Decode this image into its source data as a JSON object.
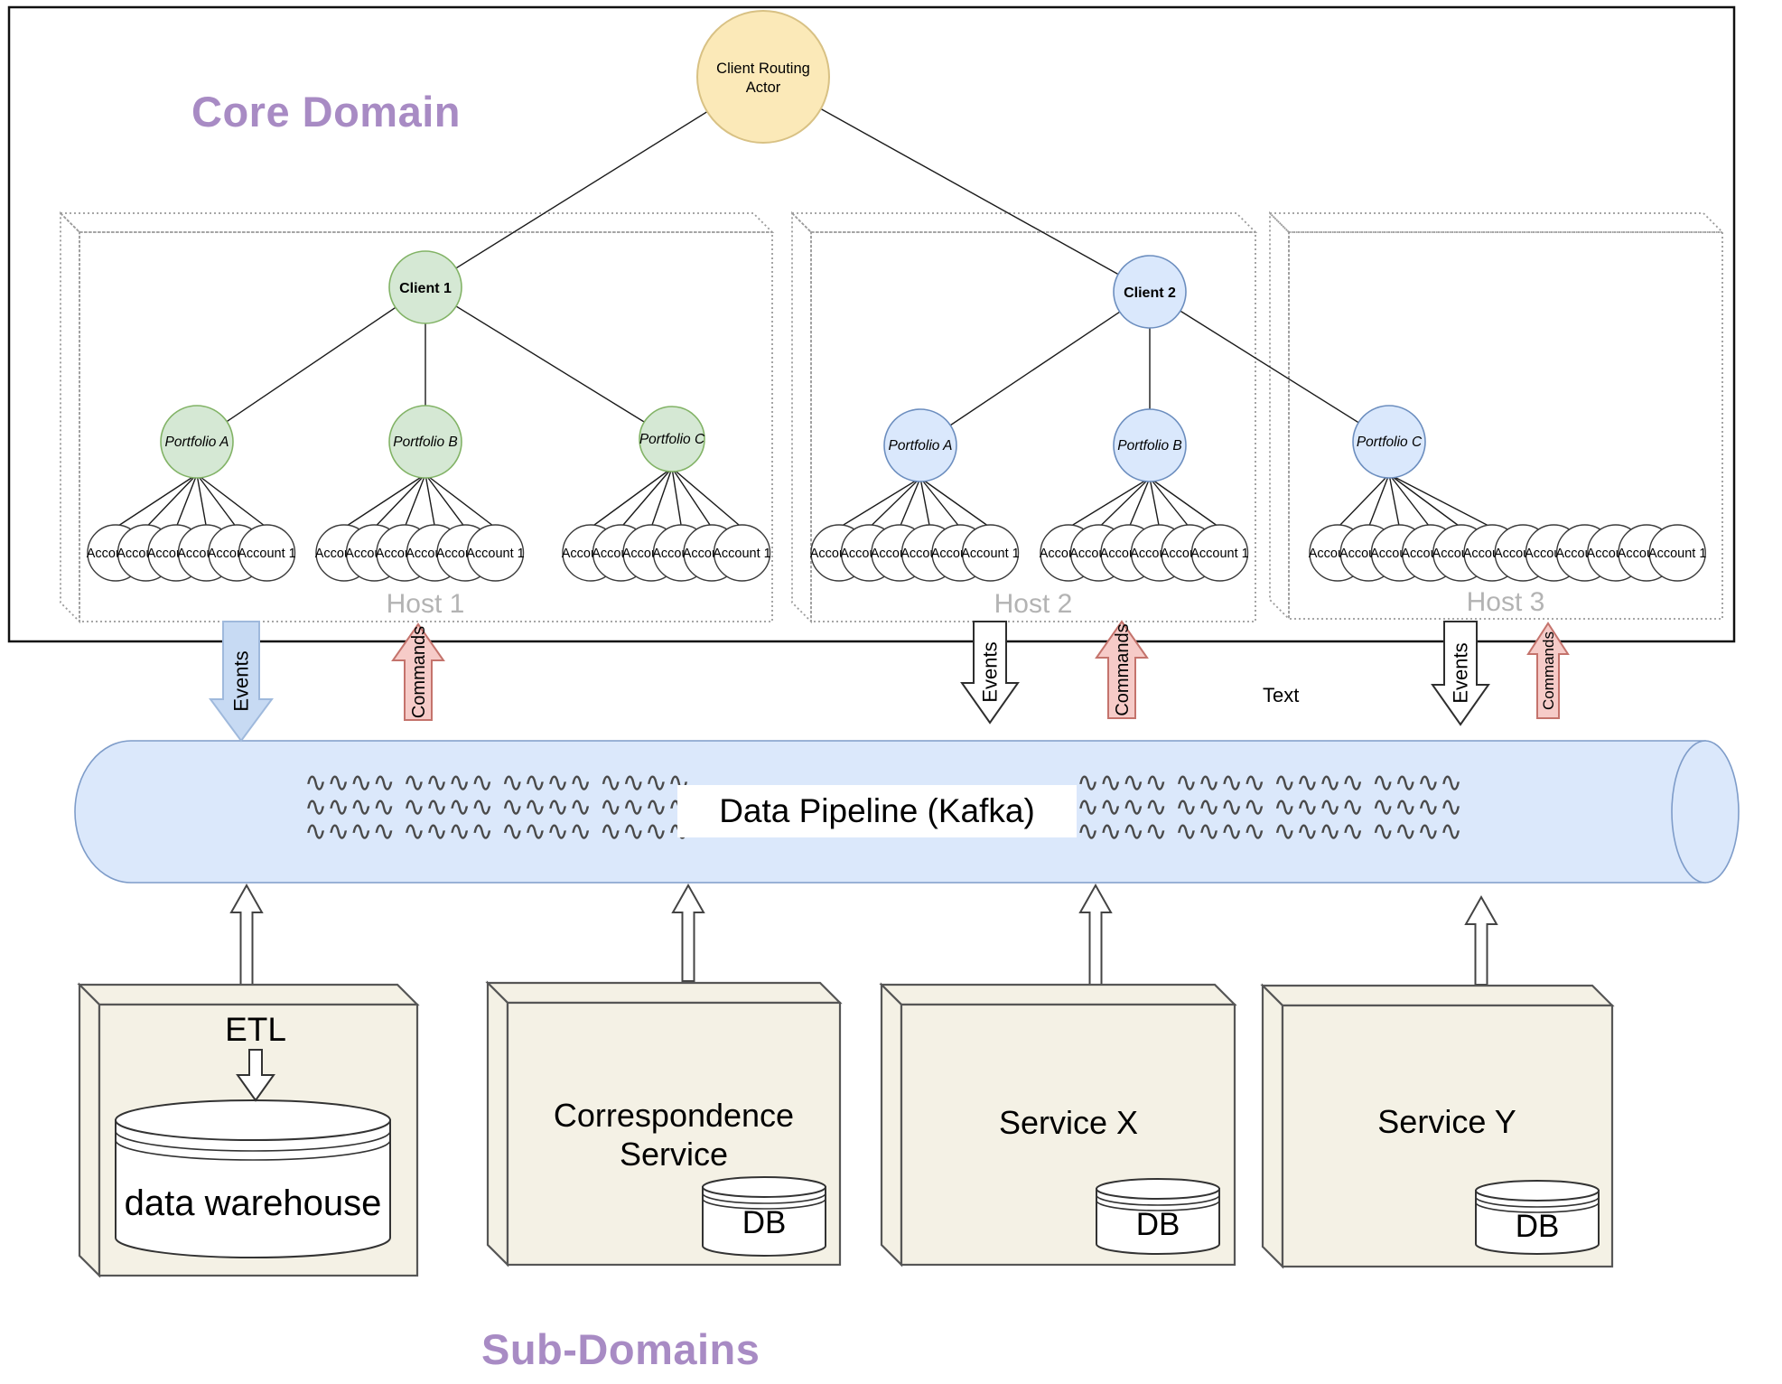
{
  "core_domain": {
    "title": "Core Domain",
    "title_color": "#A88BC4",
    "root_actor": {
      "label": "Client Routing Actor",
      "fill": "#FBE9B8",
      "stroke": "#D8C184"
    },
    "account_label": "Account 1",
    "hosts": [
      {
        "label": "Host 1",
        "client": "Client 1",
        "theme": {
          "fill": "#D5E8D4",
          "stroke": "#82B366"
        },
        "portfolios": [
          {
            "label": "Portfolio A",
            "accounts": 6
          },
          {
            "label": "Portfolio B",
            "accounts": 6
          },
          {
            "label": "Portfolio C",
            "accounts": 6
          }
        ]
      },
      {
        "label": "Host 2",
        "client": "Client 2",
        "theme": {
          "fill": "#DAE8FC",
          "stroke": "#6C8EBF"
        },
        "portfolios": [
          {
            "label": "Portfolio A",
            "accounts": 6
          },
          {
            "label": "Portfolio B",
            "accounts": 6
          }
        ]
      },
      {
        "label": "Host 3",
        "client": null,
        "theme": {
          "fill": "#DAE8FC",
          "stroke": "#6C8EBF"
        },
        "portfolios": [
          {
            "label": "Portfolio C",
            "accounts": 12
          }
        ]
      }
    ]
  },
  "flows": {
    "events_label": "Events",
    "commands_label": "Commands",
    "stray_text": "Text",
    "events_blue": {
      "fill": "#C7DAF3",
      "stroke": "#9FB9DC"
    },
    "events_white": {
      "fill": "#FFFFFF",
      "stroke": "#2E2E2E"
    },
    "commands_pink": {
      "fill": "#F6CBC8",
      "stroke": "#C4736C"
    }
  },
  "pipeline": {
    "label": "Data Pipeline (Kafka)",
    "fill": "#DBE8FB",
    "stroke": "#7E9CC9",
    "wave_row": "∿∿∿∿ ∿∿∿∿ ∿∿∿∿ ∿∿∿∿",
    "wave_color": "#4A4A4A"
  },
  "sub_domains": {
    "title": "Sub-Domains",
    "title_color": "#A88BC4",
    "box_fill": "#F4F1E5",
    "box_stroke": "#565656",
    "items": [
      {
        "name": "data-warehouse",
        "top_label": "ETL",
        "cylinder_label": "data warehouse"
      },
      {
        "name": "correspondence-service",
        "label_line1": "Correspondence",
        "label_line2": "Service",
        "db_label": "DB"
      },
      {
        "name": "service-x",
        "label_line1": "Service X",
        "label_line2": "",
        "db_label": "DB"
      },
      {
        "name": "service-y",
        "label_line1": "Service Y",
        "label_line2": "",
        "db_label": "DB"
      }
    ]
  }
}
